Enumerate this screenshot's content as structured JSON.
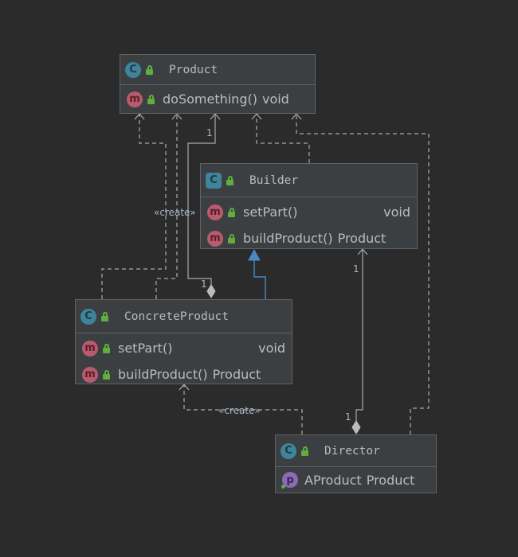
{
  "classes": {
    "product": {
      "name": "Product",
      "members": [
        {
          "kind": "m",
          "name": "doSomething()",
          "type": "void"
        }
      ]
    },
    "builder": {
      "name": "Builder",
      "members": [
        {
          "kind": "m",
          "name": "setPart()",
          "type": "void"
        },
        {
          "kind": "m",
          "name": "buildProduct()",
          "type": "Product"
        }
      ]
    },
    "concrete": {
      "name": "ConcreteProduct",
      "members": [
        {
          "kind": "m",
          "name": "setPart()",
          "type": "void"
        },
        {
          "kind": "m",
          "name": "buildProduct()",
          "type": "Product"
        }
      ]
    },
    "director": {
      "name": "Director",
      "members": [
        {
          "kind": "p",
          "name": "AProduct",
          "type": "Product"
        }
      ]
    }
  },
  "labels": {
    "create_top": "«create»",
    "create_bottom": "«create»",
    "mult_1": "1",
    "mult_2": "1",
    "mult_3": "1",
    "mult_4": "1"
  },
  "icons": {
    "class_badge": "C",
    "method_badge": "m",
    "property_badge": "p"
  },
  "colors": {
    "background": "#2b2b2b",
    "node_fill": "#3c3f41",
    "edge": "#aaaaaa",
    "inheritance": "#4a88c7"
  }
}
